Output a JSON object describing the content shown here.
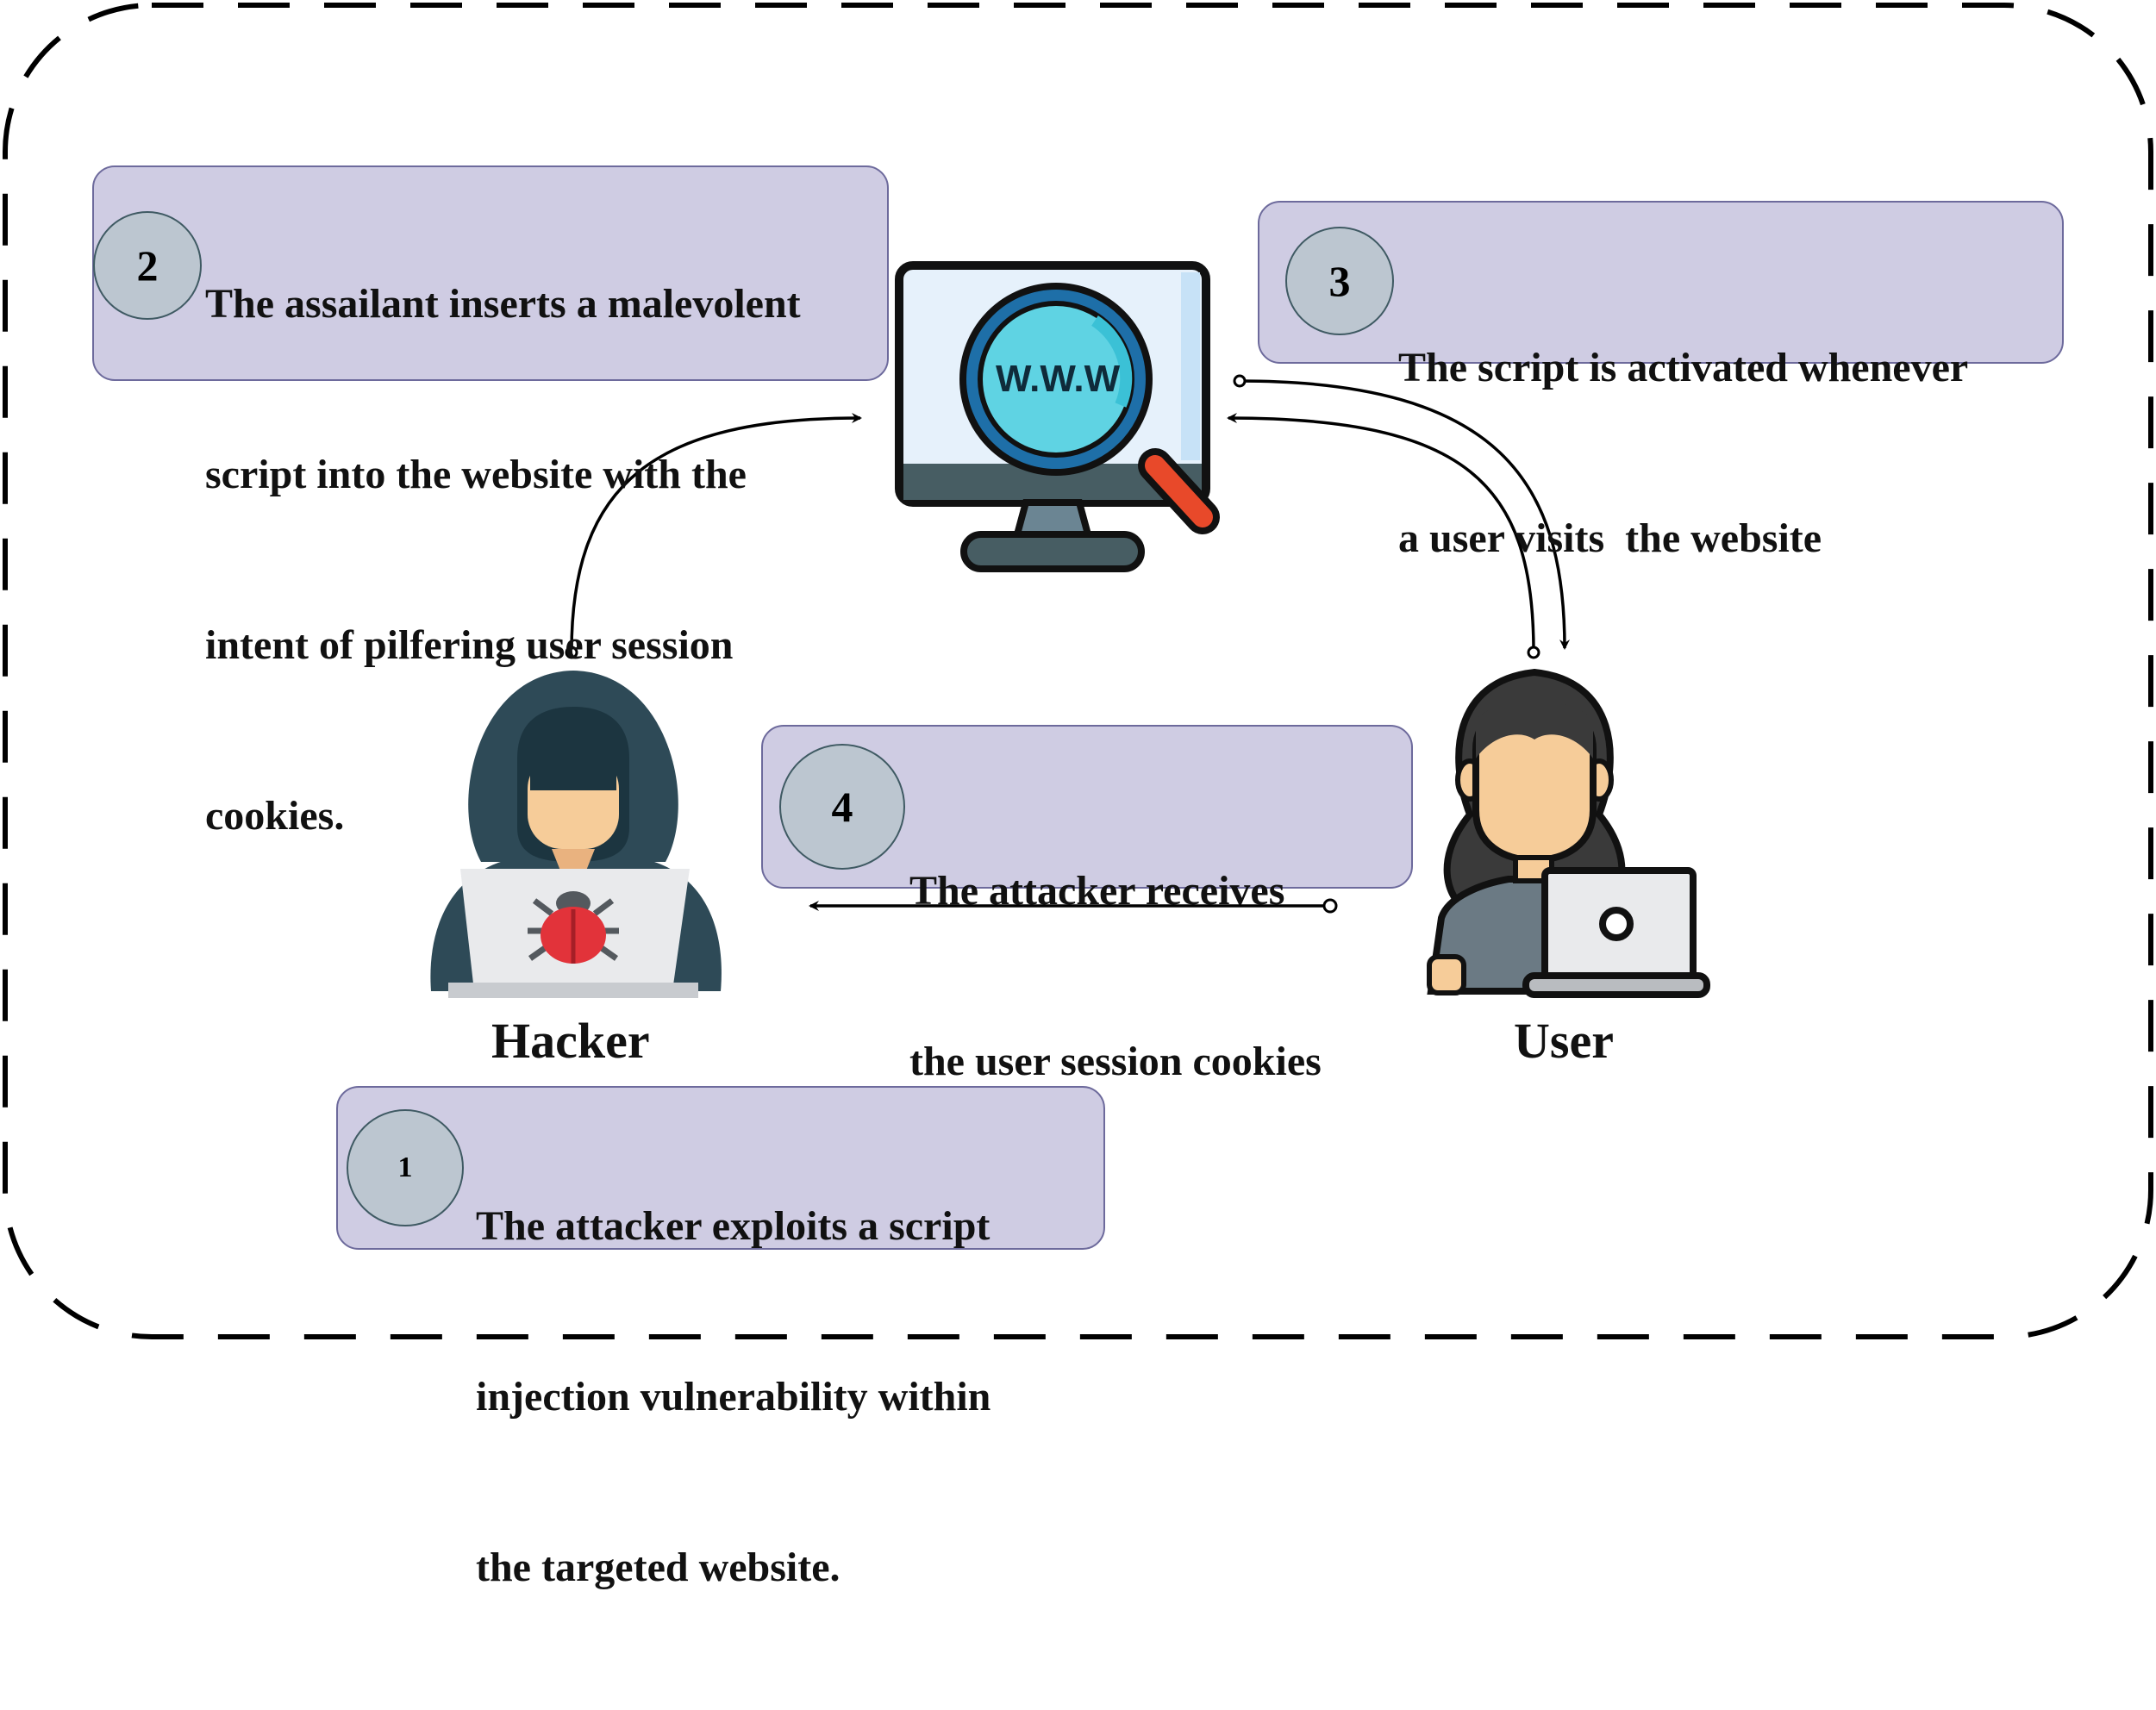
{
  "steps": {
    "step1": {
      "number": "1",
      "lines": [
        "The attacker exploits a script",
        "injection vulnerability within",
        "the targeted website."
      ]
    },
    "step2": {
      "number": "2",
      "lines": [
        "The assailant inserts a malevolent",
        "script into the website with the",
        "intent of pilfering user session",
        "cookies."
      ]
    },
    "step3": {
      "number": "3",
      "lines": [
        "The script is activated whenever",
        "a user visits  the website"
      ]
    },
    "step4": {
      "number": "4",
      "lines": [
        "The attacker receives",
        "the user session cookies"
      ]
    }
  },
  "actors": {
    "hacker_label": "Hacker",
    "user_label": "User"
  },
  "website": {
    "screen_text": "W.W.W"
  },
  "colors": {
    "box_fill": "#cfcce3",
    "badge_fill": "#bcc6d0",
    "hood": "#2e4a57",
    "skin": "#f6cc99",
    "lens": "#5fd3e3",
    "handle": "#e8492a",
    "bug": "#e2333a"
  },
  "icons": [
    "hacker-icon",
    "bug-icon",
    "monitor-icon",
    "magnifier-icon",
    "user-icon",
    "laptop-icon"
  ]
}
